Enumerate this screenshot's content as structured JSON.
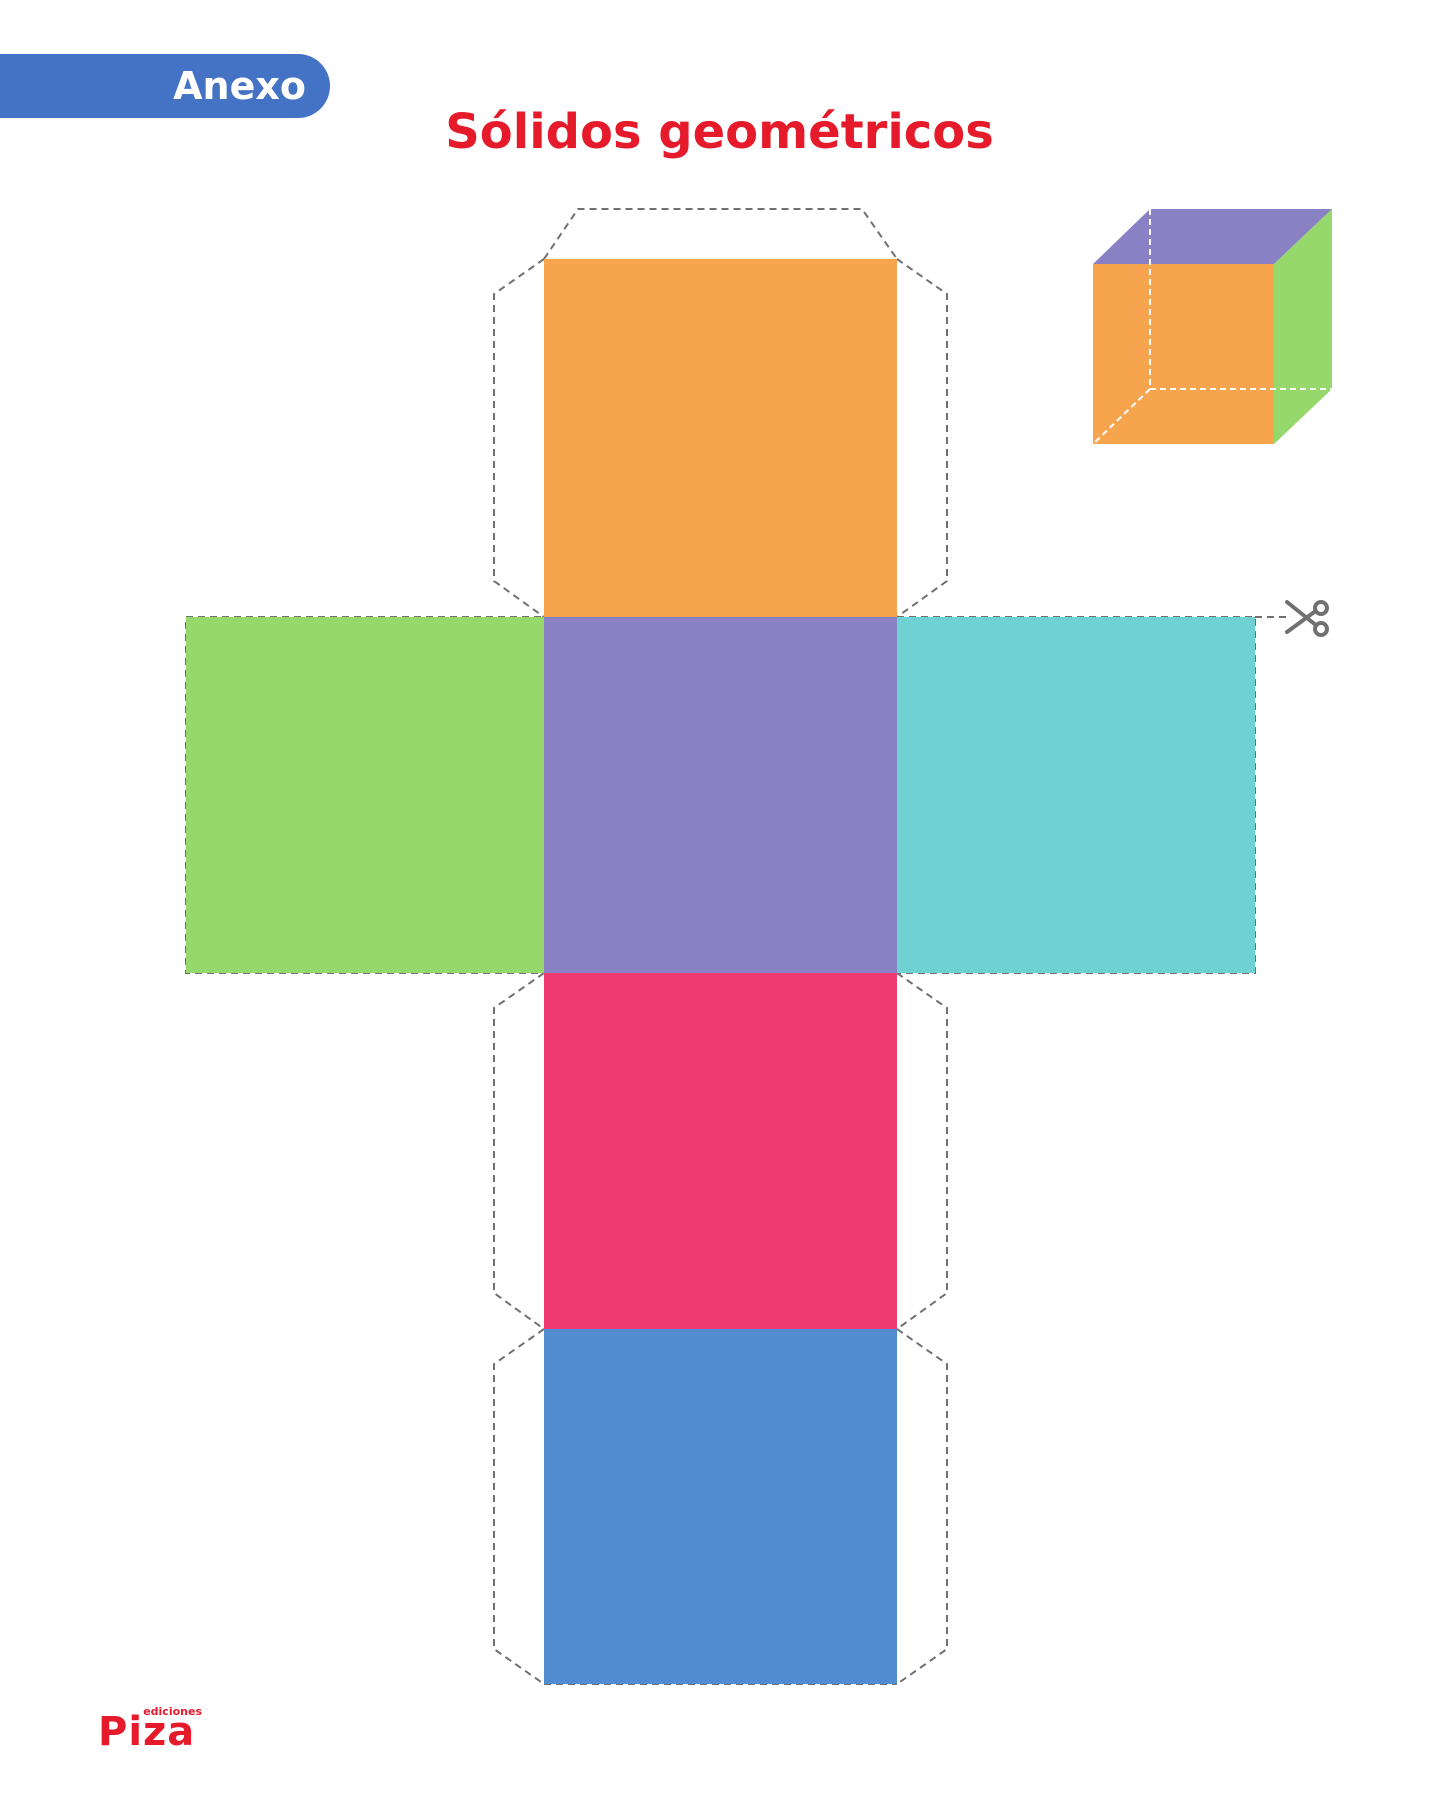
{
  "header": {
    "tab_label": "Anexo",
    "title": "Sólidos geométricos"
  },
  "net": {
    "faces": [
      {
        "name": "top",
        "color": "#f7a44f"
      },
      {
        "name": "left",
        "color": "#96d86b"
      },
      {
        "name": "center",
        "color": "#8a80c4"
      },
      {
        "name": "right",
        "color": "#70d1d2"
      },
      {
        "name": "bottom",
        "color": "#ef3b6f"
      },
      {
        "name": "back",
        "color": "#518bd0"
      }
    ],
    "cut_line_color": "#707070",
    "scissors_icon": "scissors-icon"
  },
  "cube_illustration": {
    "front_color": "#f7a44f",
    "top_color": "#8a80c4",
    "side_color": "#96d86b"
  },
  "footer": {
    "logo_small": "ediciones",
    "logo_big": "Piza"
  }
}
